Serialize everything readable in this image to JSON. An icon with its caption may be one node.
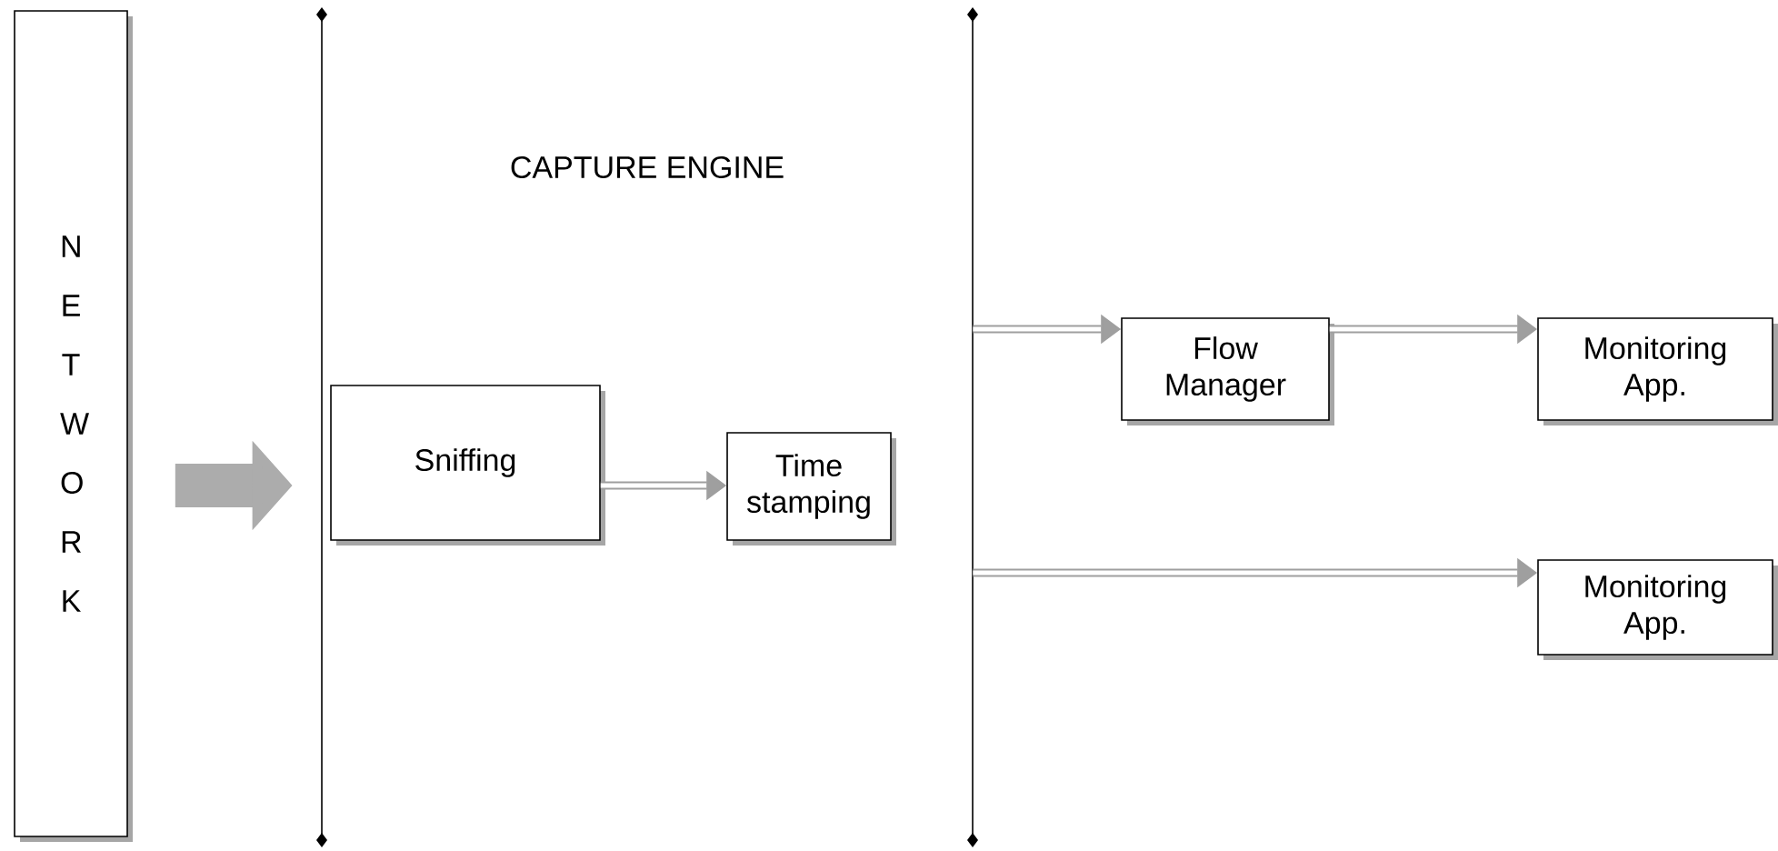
{
  "diagram": {
    "nodes": [
      {
        "text": [
          "N E T W O R K"
        ]
      },
      {
        "text": [
          "CAPTURE ENGINE"
        ]
      },
      {
        "text": [
          "Sniffing"
        ],
        "in": 1
      },
      {
        "text": [
          "Time stamping"
        ],
        "in": 1
      },
      {
        "text": [
          "Flow Manager"
        ]
      },
      {
        "text": [
          "Monitoring App."
        ]
      },
      {
        "text": [
          "Monitoring App."
        ]
      }
    ],
    "edges": [
      {
        "from": 0,
        "to": 1,
        "arrow": "to",
        "style": "thick"
      },
      {
        "from": 2,
        "to": 3,
        "arrow": "to"
      },
      {
        "from": 1,
        "to": 4,
        "arrow": "to"
      },
      {
        "from": 4,
        "to": 5,
        "arrow": "to"
      },
      {
        "from": 1,
        "to": 6,
        "arrow": "to"
      }
    ]
  }
}
